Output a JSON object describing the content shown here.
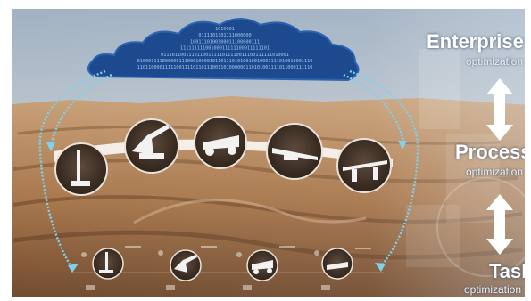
{
  "cloud": {
    "binary_rows": [
      "1010001",
      "0111101101111000000",
      "1001110100100011100000111",
      "11111111100100011111100011111101",
      "0111011001110110011111011110011100111111010001",
      "010001111000000111000100001011011101010010010001111010010001110",
      "110110000111110011110110111001101000000110101001111011000111110"
    ]
  },
  "levels": {
    "enterprise": {
      "title": "Enterprise",
      "subtitle": "optimization"
    },
    "process": {
      "title": "Process",
      "subtitle": "optimization"
    },
    "task": {
      "title": "Task",
      "subtitle": "optimization"
    }
  },
  "process_machines": [
    {
      "name": "drill-rig-icon"
    },
    {
      "name": "shovel-excavator-icon"
    },
    {
      "name": "haul-truck-icon"
    },
    {
      "name": "crusher-conveyor-icon"
    },
    {
      "name": "stacker-reclaimer-icon"
    }
  ],
  "task_machines": [
    {
      "name": "drill-task-icon"
    },
    {
      "name": "excavator-task-icon"
    },
    {
      "name": "truck-task-icon"
    },
    {
      "name": "dozer-task-icon"
    }
  ],
  "colors": {
    "cloud_fill": "#1d4a8e",
    "cloud_edge": "#2c64b4",
    "arrow_dots": "#7fd2ee",
    "sky": "#b9c3cd",
    "sand": "#b98a5d",
    "sand_dark": "#7b5434"
  }
}
